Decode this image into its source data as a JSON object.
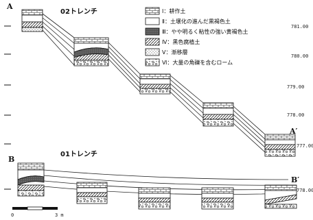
{
  "trench_02": {
    "title": "02トレンチ",
    "start_label": "A",
    "end_label": "A′"
  },
  "trench_01": {
    "title": "01トレンチ",
    "start_label": "B",
    "end_label": "B′"
  },
  "elevations": [
    "781.00",
    "780.00",
    "779.00",
    "778.00",
    "777.00",
    "778.00"
  ],
  "legend": [
    {
      "numeral": "Ⅰ",
      "text": "耕作土"
    },
    {
      "numeral": "Ⅱ",
      "text": "土壌化の進んだ黒褐色土"
    },
    {
      "numeral": "Ⅲ",
      "text": "やや明るく粘性の強い黄褐色土"
    },
    {
      "numeral": "Ⅳ",
      "text": "黒色腐植土"
    },
    {
      "numeral": "Ⅴ",
      "text": "漸移層"
    },
    {
      "numeral": "Ⅵ",
      "text": "大量の角礫を含むローム"
    }
  ],
  "legend_separator": "：",
  "scale": {
    "zero": "0",
    "end": "3 m"
  }
}
